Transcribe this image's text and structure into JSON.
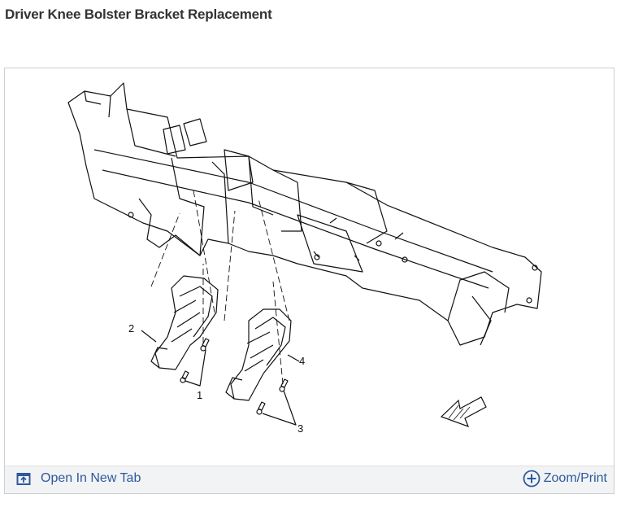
{
  "page": {
    "title": "Driver Knee Bolster Bracket Replacement"
  },
  "figure": {
    "callouts": [
      "1",
      "2",
      "3",
      "4"
    ]
  },
  "toolbar": {
    "open_tab_label": "Open In New Tab",
    "open_tab_icon": "open-in-new-tab-icon",
    "zoom_label": "Zoom/Print",
    "zoom_icon": "zoom-plus-icon",
    "link_color": "#2d5a9e"
  }
}
